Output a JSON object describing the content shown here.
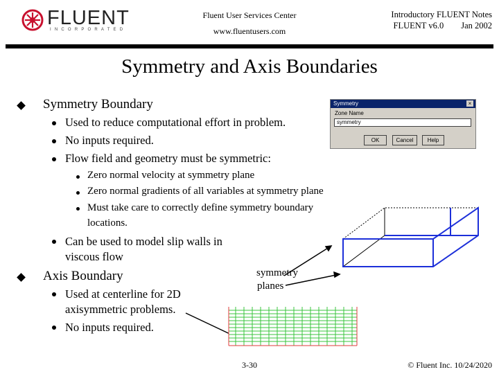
{
  "header": {
    "logo_text": "FLUENT",
    "logo_subtext": "INCORPORATED",
    "center_line1": "Fluent User Services Center",
    "center_line2": "www.fluentusers.com",
    "right_line1": "Introductory FLUENT Notes",
    "right_line2": "FLUENT v6.0        Jan 2002"
  },
  "title": "Symmetry and Axis Boundaries",
  "symmetry": {
    "heading": "Symmetry Boundary",
    "items": [
      "Used to reduce computational effort in problem.",
      "No inputs required.",
      "Flow field and geometry must be symmetric:"
    ],
    "subitems": [
      "Zero normal velocity at symmetry plane",
      "Zero normal gradients of all variables at symmetry plane",
      "Must take care to correctly define symmetry boundary",
      "locations."
    ],
    "slip_line1": "Can be used to model slip walls in",
    "slip_line2": "viscous flow"
  },
  "axis": {
    "heading": "Axis Boundary",
    "item1_line1": "Used at centerline for 2D",
    "item1_line2": "axisymmetric problems.",
    "item2": "No inputs required."
  },
  "annotation": {
    "line1": "symmetry",
    "line2": "planes"
  },
  "dialog": {
    "title": "Symmetry",
    "close": "×",
    "zone_label": "Zone Name",
    "zone_value": "symmetry",
    "ok": "OK",
    "cancel": "Cancel",
    "help": "Help"
  },
  "footer": {
    "page": "3-30",
    "copyright": "© Fluent Inc. 10/24/2020"
  },
  "colors": {
    "box_outline": "#000000",
    "symmetry_planes": "#1c2fd9",
    "mesh_green": "#39c43c",
    "mesh_red": "#e23b3b",
    "logo_red": "#c8102e",
    "dialog_titlebar": "#0a246a"
  }
}
